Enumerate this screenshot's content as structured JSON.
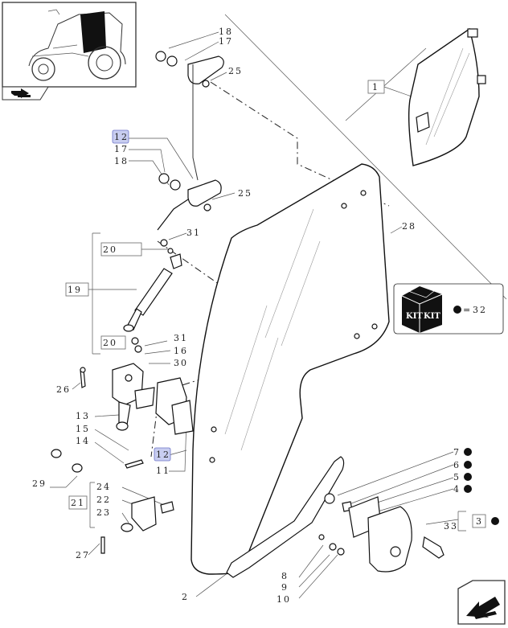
{
  "labels": [
    {
      "id": "lbl-18a",
      "text": "18",
      "hl": false
    },
    {
      "id": "lbl-17a",
      "text": "17",
      "hl": false
    },
    {
      "id": "lbl-25a",
      "text": "25",
      "hl": false
    },
    {
      "id": "lbl-1",
      "text": "1",
      "box": true
    },
    {
      "id": "lbl-12a",
      "text": "12",
      "hl": true
    },
    {
      "id": "lbl-17b",
      "text": "17",
      "hl": false
    },
    {
      "id": "lbl-18b",
      "text": "18",
      "hl": false
    },
    {
      "id": "lbl-25b",
      "text": "25",
      "hl": false
    },
    {
      "id": "lbl-28",
      "text": "28",
      "hl": false
    },
    {
      "id": "lbl-31a",
      "text": "31",
      "hl": false
    },
    {
      "id": "lbl-20a",
      "text": "20",
      "box": true
    },
    {
      "id": "lbl-19",
      "text": "19",
      "box": true
    },
    {
      "id": "lbl-20b",
      "text": "20",
      "box": true
    },
    {
      "id": "lbl-31b",
      "text": "31",
      "hl": false
    },
    {
      "id": "lbl-16",
      "text": "16",
      "hl": false
    },
    {
      "id": "lbl-30",
      "text": "30",
      "hl": false
    },
    {
      "id": "lbl-26",
      "text": "26",
      "hl": false
    },
    {
      "id": "lbl-13",
      "text": "13",
      "hl": false
    },
    {
      "id": "lbl-15",
      "text": "15",
      "hl": false
    },
    {
      "id": "lbl-14",
      "text": "14",
      "hl": false
    },
    {
      "id": "lbl-12b",
      "text": "12",
      "hl": true
    },
    {
      "id": "lbl-11",
      "text": "11",
      "hl": false
    },
    {
      "id": "lbl-29",
      "text": "29",
      "hl": false
    },
    {
      "id": "lbl-24",
      "text": "24",
      "hl": false
    },
    {
      "id": "lbl-21",
      "text": "21",
      "box": true
    },
    {
      "id": "lbl-22",
      "text": "22",
      "hl": false
    },
    {
      "id": "lbl-23",
      "text": "23",
      "hl": false
    },
    {
      "id": "lbl-27",
      "text": "27",
      "hl": false
    },
    {
      "id": "lbl-7",
      "text": "7",
      "dot": true
    },
    {
      "id": "lbl-6",
      "text": "6",
      "dot": true
    },
    {
      "id": "lbl-5",
      "text": "5",
      "dot": true
    },
    {
      "id": "lbl-4",
      "text": "4",
      "dot": true
    },
    {
      "id": "lbl-33",
      "text": "33",
      "hl": false
    },
    {
      "id": "lbl-3",
      "text": "3",
      "box": true,
      "dot": true
    },
    {
      "id": "lbl-8",
      "text": "8",
      "hl": false
    },
    {
      "id": "lbl-9",
      "text": "9",
      "hl": false
    },
    {
      "id": "lbl-10",
      "text": "10",
      "hl": false
    },
    {
      "id": "lbl-2",
      "text": "2",
      "hl": false
    }
  ],
  "kit": {
    "badge_text": "KIT",
    "legend_equals": "=",
    "legend_ref": "32"
  },
  "colors": {
    "highlight": "#c8cdf0",
    "ink": "#111111"
  },
  "icons": {
    "thumbnail": "tractor-thumbnail-icon",
    "thumbnail_nav": "arrow-nav-icon",
    "corner_nav": "arrow-return-icon"
  }
}
